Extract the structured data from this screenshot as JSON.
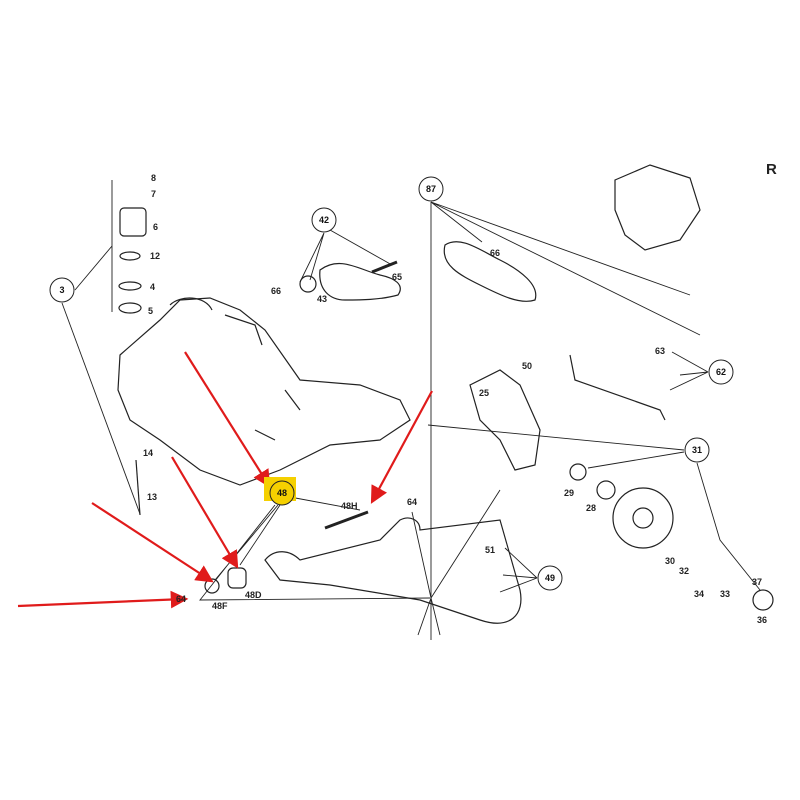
{
  "diagram": {
    "corner_label": "R",
    "highlight_color": "#f5d000",
    "arrow_color": "#e01b1b",
    "circle_callouts": [
      "87",
      "42",
      "3",
      "62",
      "31",
      "48",
      "49"
    ],
    "highlighted_callout": "48",
    "part_labels": [
      "8",
      "7",
      "6",
      "12",
      "4",
      "5",
      "66",
      "43",
      "65",
      "66",
      "50",
      "25",
      "63",
      "14",
      "13",
      "48H",
      "64",
      "29",
      "28",
      "51",
      "64",
      "48F",
      "48D",
      "30",
      "32",
      "34",
      "33",
      "37",
      "36"
    ]
  }
}
